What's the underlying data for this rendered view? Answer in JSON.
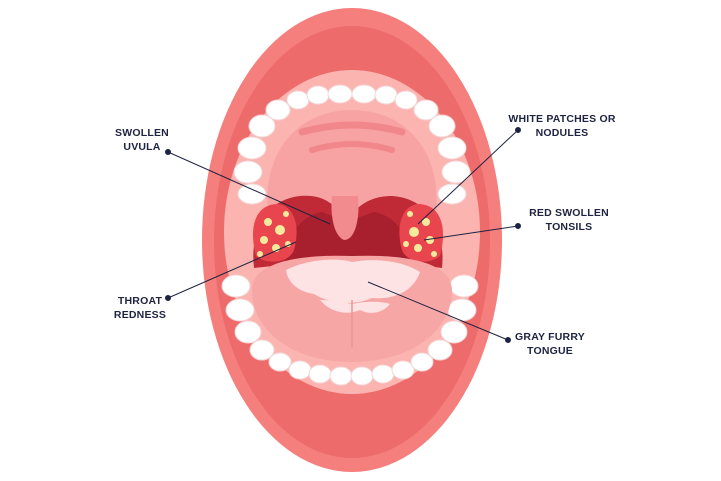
{
  "labels": {
    "swollen_uvula": [
      "SWOLLEN",
      "UVULA"
    ],
    "throat_redness": [
      "THROAT",
      "REDNESS"
    ],
    "white_patches": [
      "WHITE PATCHES OR",
      "NODULES"
    ],
    "red_swollen_tonsils": [
      "RED SWOLLEN",
      "TONSILS"
    ],
    "gray_furry_tongue": [
      "GRAY FURRY",
      "TONGUE"
    ]
  },
  "colors": {
    "lip": "#f47f7c",
    "lip_dark": "#ee6b6c",
    "gum": "#fbb4b0",
    "mouth_roof": "#f7a3a4",
    "throat": "#bf2a36",
    "tonsil": "#e9454e",
    "patch": "#f5ea9c",
    "tooth": "#ffffff",
    "tongue": "#f7a6a6",
    "tongue_coat": "#fde3e4",
    "label_text": "#1d2340"
  }
}
